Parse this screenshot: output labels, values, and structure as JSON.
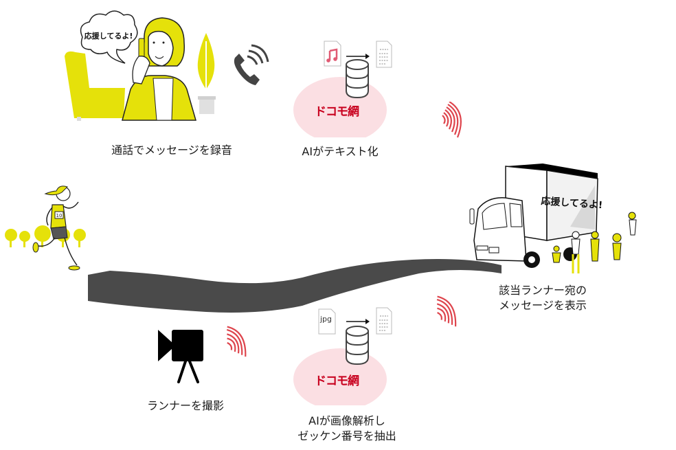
{
  "title": "ドコモ網を利用したランナー応援メッセージ表示の流れ",
  "colors": {
    "accent_yellow": "#e5e10a",
    "network_pink": "#fbdfe3",
    "signal_red": "#d9252f",
    "docomo_red": "#c8001e",
    "road_gray": "#4a4a4a"
  },
  "steps": {
    "record": {
      "caption": "通話でメッセージを録音",
      "speech_bubble": "応援してるよ!",
      "icons": [
        "woman-on-phone-illustration",
        "phone-ringing-icon",
        "plant-icon",
        "sofa-icon"
      ]
    },
    "transcribe": {
      "caption": "AIがテキスト化",
      "network_label": "ドコモ網",
      "icons": [
        "music-file-icon",
        "arrow-right-icon",
        "database-icon",
        "text-document-icon"
      ]
    },
    "capture": {
      "caption": "ランナーを撮影",
      "icons": [
        "video-camera-icon"
      ]
    },
    "analyze": {
      "caption_line1": "AIが画像解析し",
      "caption_line2": "ゼッケン番号を抽出",
      "network_label": "ドコモ網",
      "file_label": "jpg",
      "icons": [
        "jpg-file-icon",
        "arrow-right-icon",
        "database-icon",
        "text-document-icon"
      ]
    },
    "display": {
      "caption_line1": "該当ランナー宛の",
      "caption_line2": "メッセージを表示",
      "screen_text": "応援してるよ!",
      "icons": [
        "billboard-truck-illustration",
        "spectators-illustration"
      ]
    },
    "runner": {
      "bib_number": "10",
      "icons": [
        "runner-illustration",
        "trees-icon"
      ]
    }
  },
  "signals": [
    "signal-waves-top",
    "signal-waves-bottom-left",
    "signal-waves-bottom-right"
  ]
}
